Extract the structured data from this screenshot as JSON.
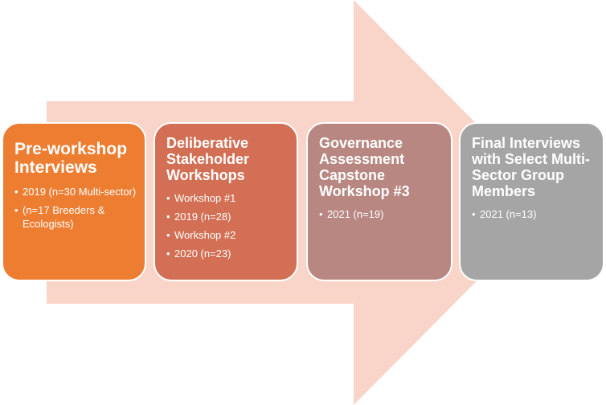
{
  "arrow": {
    "color": "#F9D5C9"
  },
  "stages": [
    {
      "title": "Pre-workshop Interviews",
      "color": "#ED7D31",
      "bullets": [
        "2019 (n=30 Multi-sector)",
        "(n=17 Breeders & Ecologists)"
      ]
    },
    {
      "title": "Deliberative Stakeholder Workshops",
      "color": "#D26F54",
      "bullets": [
        "Workshop #1",
        "2019 (n=28)",
        "Workshop #2",
        "2020 (n=23)"
      ]
    },
    {
      "title": "Governance Assessment Capstone Workshop #3",
      "color": "#B88782",
      "bullets": [
        "2021 (n=19)"
      ]
    },
    {
      "title": "Final Interviews with Select Multi-Sector Group Members",
      "color": "#A5A5A5",
      "bullets": [
        "2021 (n=13)"
      ]
    }
  ]
}
